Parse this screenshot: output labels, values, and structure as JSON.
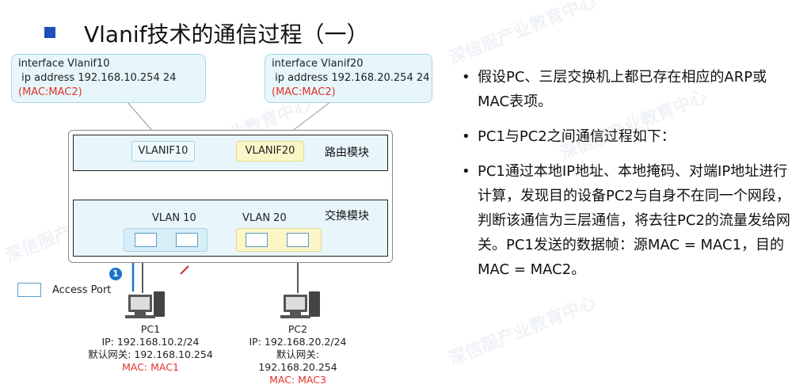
{
  "title": "Vlanif技术的通信过程（一）",
  "callouts": {
    "vlanif10": {
      "line1": "interface Vlanif10",
      "line2": " ip address 192.168.10.254 24",
      "mac": "(MAC:MAC2)"
    },
    "vlanif20": {
      "line1": "interface Vlanif20",
      "line2": " ip address 192.168.20.254 24",
      "mac": "(MAC:MAC2)"
    }
  },
  "device": {
    "routing_module": "路由模块",
    "switching_module": "交换模块",
    "vlanif10_label": "VLANIF10",
    "vlanif20_label": "VLANIF20",
    "vlan10_label": "VLAN 10",
    "vlan20_label": "VLAN 20"
  },
  "legend": {
    "access_port": "Access Port"
  },
  "step_marker": "1",
  "pc1": {
    "name": "PC1",
    "ip": "IP: 192.168.10.2/24",
    "gateway": "默认网关: 192.168.10.254",
    "mac": "MAC: MAC1"
  },
  "pc2": {
    "name": "PC2",
    "ip": "IP: 192.168.20.2/24",
    "gateway_label": "默认网关:",
    "gateway_value": "192.168.20.254",
    "mac": "MAC: MAC3"
  },
  "bullets": [
    "假设PC、三层交换机上都已存在相应的ARP或MAC表项。",
    "PC1与PC2之间通信过程如下：",
    "PC1通过本地IP地址、本地掩码、对端IP地址进行计算，发现目的设备PC2与自身不在同一个网段，判断该通信为三层通信，将去往PC2的流量发给网关。PC1发送的数据帧：源MAC = MAC1，目的MAC = MAC2。"
  ],
  "colors": {
    "accent_blue": "#1f4fb8",
    "mac_red": "#e0322b",
    "callout_bg": "#e6f6fb"
  }
}
